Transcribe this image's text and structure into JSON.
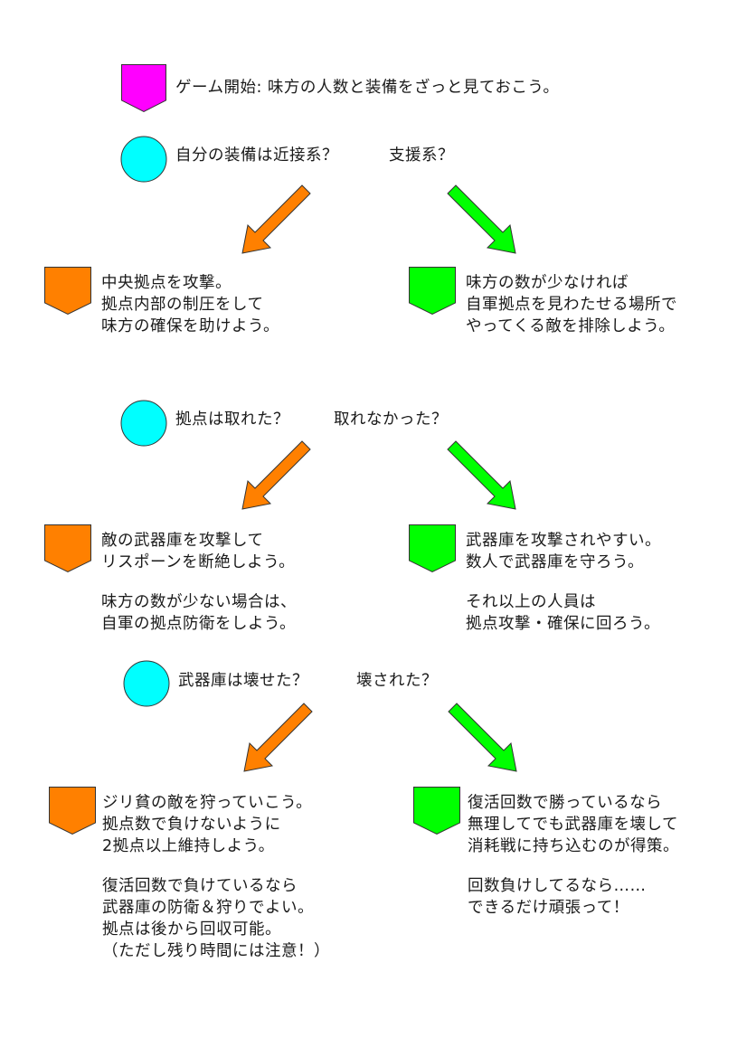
{
  "colors": {
    "start": "#ff00ff",
    "question": "#00ffff",
    "left_branch": "#ff8000",
    "right_branch": "#00ff00"
  },
  "icons": {
    "start": "pentagon-marker",
    "question": "circle-marker",
    "left_result": "pentagon-marker",
    "right_result": "pentagon-marker",
    "left_arrow": "arrow-down-left",
    "right_arrow": "arrow-down-right"
  },
  "start": {
    "text": "ゲーム開始: 味方の人数と装備をざっと見ておこう。"
  },
  "steps": [
    {
      "question_left": "自分の装備は近接系？",
      "question_right": "支援系？",
      "left": [
        "中央拠点を攻撃。",
        "拠点内部の制圧をして",
        "味方の確保を助けよう。"
      ],
      "right": [
        "味方の数が少なければ",
        "自軍拠点を見わたせる場所で",
        "やってくる敵を排除しよう。"
      ]
    },
    {
      "question_left": "拠点は取れた？",
      "question_right": "取れなかった？",
      "left": [
        "敵の武器庫を攻撃して",
        "リスポーンを断絶しよう。",
        "",
        "味方の数が少ない場合は、",
        "自軍の拠点防衛をしよう。"
      ],
      "right": [
        "武器庫を攻撃されやすい。",
        "数人で武器庫を守ろう。",
        "",
        "それ以上の人員は",
        "拠点攻撃・確保に回ろう。"
      ]
    },
    {
      "question_left": "武器庫は壊せた？",
      "question_right": "壊された？",
      "left": [
        "ジリ貧の敵を狩っていこう。",
        "拠点数で負けないように",
        "2拠点以上維持しよう。",
        "",
        "復活回数で負けているなら",
        "武器庫の防衛＆狩りでよい。",
        "拠点は後から回収可能。",
        "（ただし残り時間には注意！）"
      ],
      "right": [
        "復活回数で勝っているなら",
        "無理してでも武器庫を壊して",
        "消耗戦に持ち込むのが得策。",
        "",
        "回数負けしてるなら……",
        "できるだけ頑張って！"
      ]
    }
  ]
}
